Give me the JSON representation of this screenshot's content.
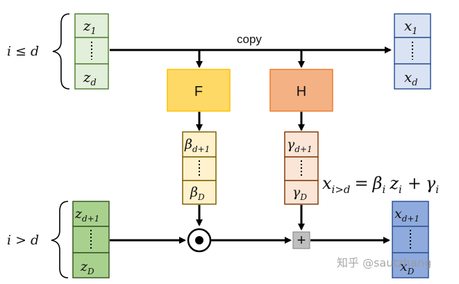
{
  "labels": {
    "cond_top_var": "i",
    "cond_top_op": "≤",
    "cond_top_bound": "d",
    "cond_bottom_var": "i",
    "cond_bottom_op": ">",
    "cond_bottom_bound": "d",
    "copy": "copy"
  },
  "blocks": {
    "z_top": {
      "first": "z",
      "first_sub": "1",
      "last": "z",
      "last_sub": "d",
      "fill": "#e2efda",
      "stroke": "#548235"
    },
    "x_top": {
      "first": "x",
      "first_sub": "1",
      "last": "x",
      "last_sub": "d",
      "fill": "#dae3f3",
      "stroke": "#2f5597"
    },
    "beta": {
      "first": "β",
      "first_sub": "d+1",
      "last": "β",
      "last_sub": "D",
      "fill": "#fff2cc",
      "stroke": "#7f6000"
    },
    "gamma": {
      "first": "γ",
      "first_sub": "d+1",
      "last": "γ",
      "last_sub": "D",
      "fill": "#fbe5d6",
      "stroke": "#843c0c"
    },
    "z_bottom": {
      "first": "z",
      "first_sub": "d+1",
      "last": "z",
      "last_sub": "D",
      "fill": "#a9d18e",
      "stroke": "#385723"
    },
    "x_bottom": {
      "first": "x",
      "first_sub": "d+1",
      "last": "x",
      "last_sub": "D",
      "fill": "#8faadc",
      "stroke": "#2f5597"
    }
  },
  "functions": {
    "F": {
      "label": "F",
      "fill": "#ffd966",
      "stroke": "#ffc000"
    },
    "H": {
      "label": "H",
      "fill": "#f4b183",
      "stroke": "#ed7d31"
    }
  },
  "operators": {
    "multiply": "⊙",
    "add": "+"
  },
  "equation": {
    "lhs": "x",
    "lhs_sub": "i>d",
    "eq": "=",
    "beta": "β",
    "beta_sub": "i",
    "z": "z",
    "z_sub": "i",
    "plus": "+",
    "gamma": "γ",
    "gamma_sub": "i"
  },
  "watermark": "知乎 @sautzhang"
}
